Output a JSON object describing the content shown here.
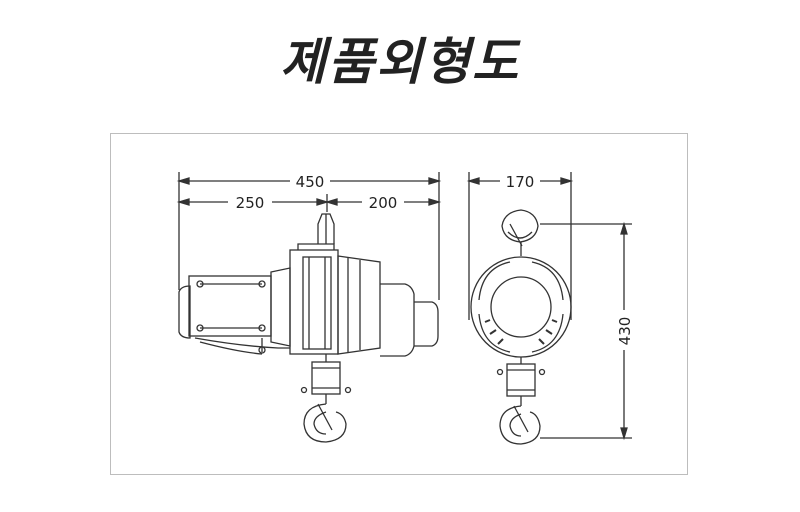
{
  "title": "제품외형도",
  "dimensions": {
    "total_length": "450",
    "left_length": "250",
    "right_length": "200",
    "side_width": "170",
    "height": "430"
  },
  "colors": {
    "line": "#333333",
    "frame_border": "#bdbdbd",
    "title": "#222222"
  }
}
